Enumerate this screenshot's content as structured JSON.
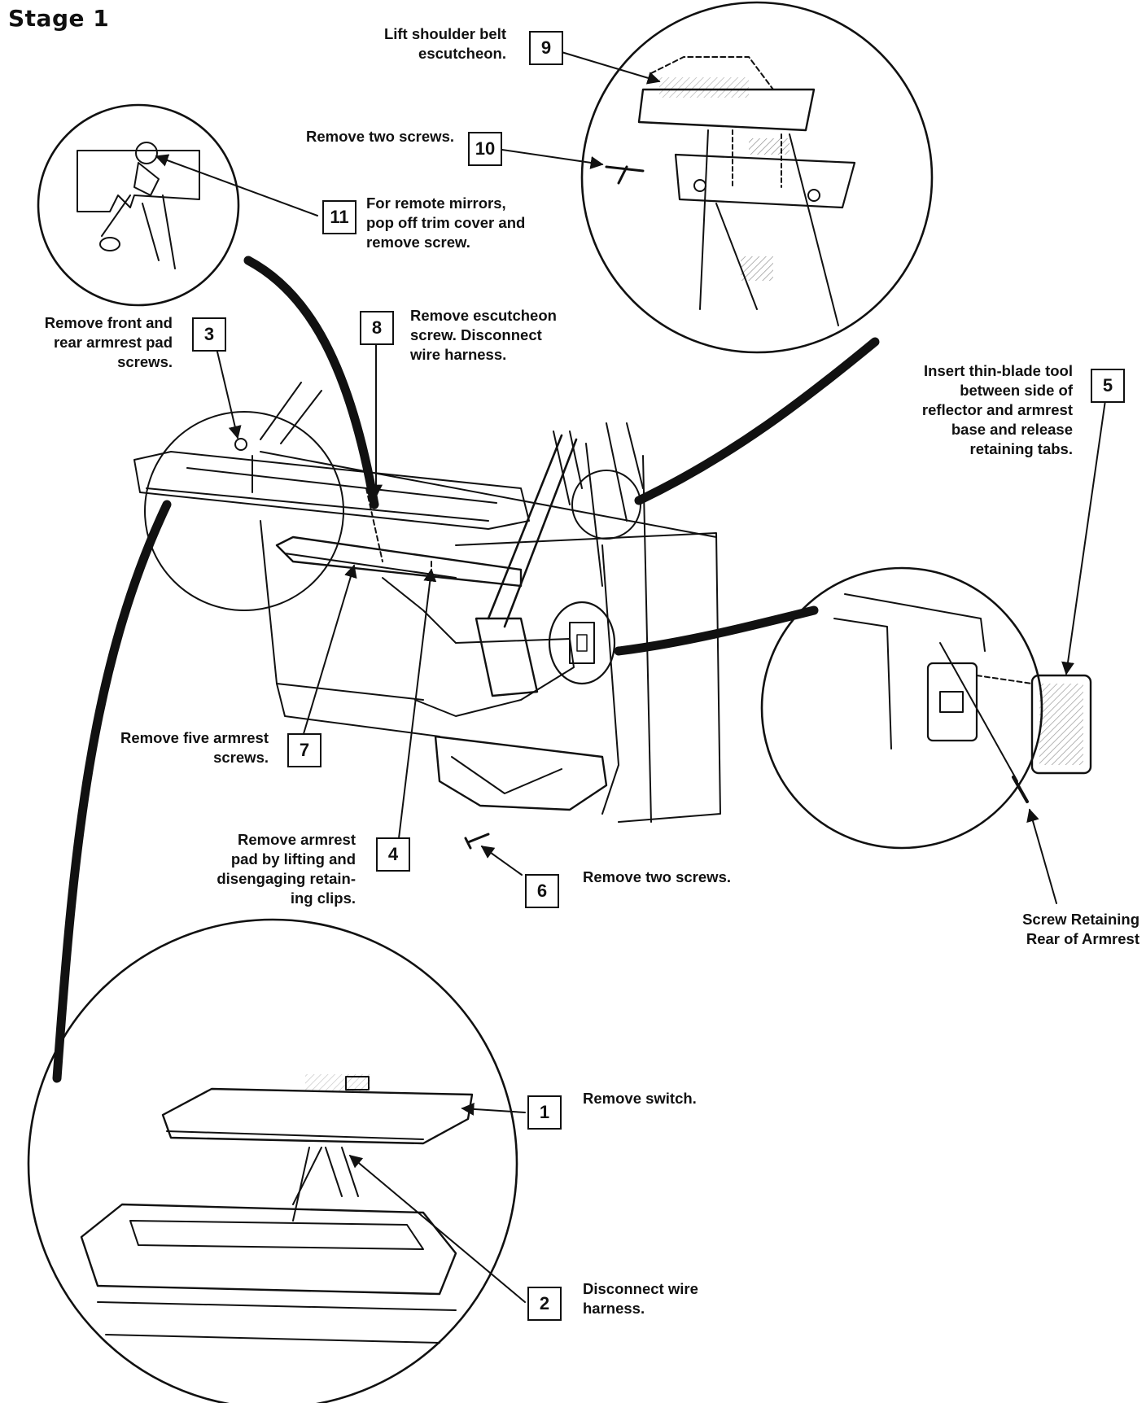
{
  "title": "Stage 1",
  "steps": [
    {
      "number": "1",
      "text": "Remove switch."
    },
    {
      "number": "2",
      "text": "Disconnect wire\nharness."
    },
    {
      "number": "3",
      "text": "Remove front and\nrear armrest pad\nscrews."
    },
    {
      "number": "4",
      "text": "Remove armrest\npad by lifting and\ndisengaging retain-\ning clips."
    },
    {
      "number": "5",
      "text": "Insert thin-blade tool\nbetween side of\nreflector and armrest\nbase and release\nretaining tabs."
    },
    {
      "number": "6",
      "text": "Remove two screws."
    },
    {
      "number": "7",
      "text": "Remove five armrest\nscrews."
    },
    {
      "number": "8",
      "text": "Remove escutcheon\nscrew. Disconnect\nwire harness."
    },
    {
      "number": "9",
      "text": "Lift shoulder belt\nescutcheon."
    },
    {
      "number": "10",
      "text": "Remove two screws."
    },
    {
      "number": "11",
      "text": "For remote mirrors,\npop off trim cover and\nremove screw."
    }
  ],
  "labels": {
    "screw_retaining": "Screw Retaining\nRear of Armrest"
  }
}
